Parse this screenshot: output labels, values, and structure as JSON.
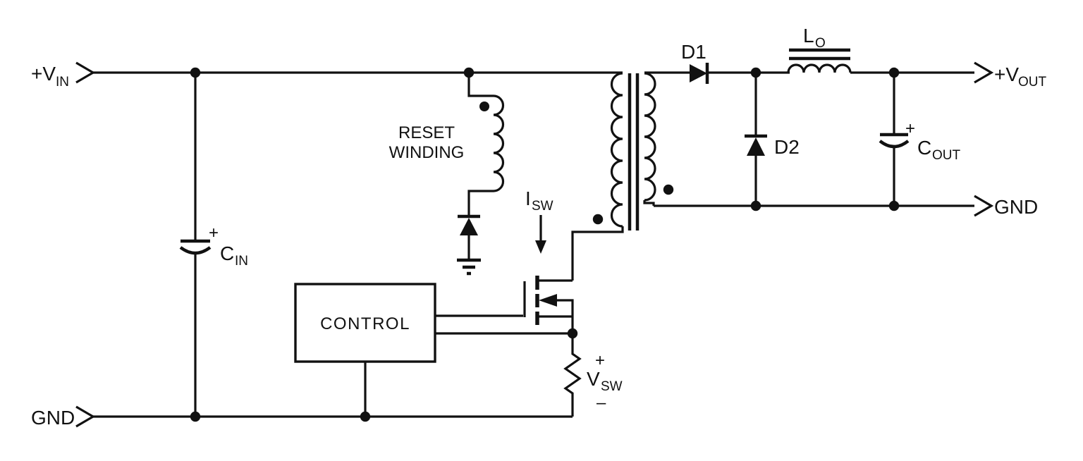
{
  "diagram": {
    "type": "circuit-schematic",
    "description": "Forward converter power supply schematic with reset winding, control block, MOSFET switch, output rectifier and LC filter",
    "colors": {
      "line": "#111111",
      "background": "#ffffff"
    },
    "labels": {
      "vin": {
        "base": "+V",
        "sub": "IN"
      },
      "gnd_in": "GND",
      "cin": {
        "plus": "+",
        "base": "C",
        "sub": "IN"
      },
      "reset": {
        "line1": "RESET",
        "line2": "WINDING"
      },
      "isw": {
        "base": "I",
        "sub": "SW"
      },
      "control": "CONTROL",
      "vsw": {
        "plus": "+",
        "base": "V",
        "sub": "SW",
        "minus": "–"
      },
      "d1": "D1",
      "d2": "D2",
      "lo": {
        "base": "L",
        "sub": "O"
      },
      "cout": {
        "plus": "+",
        "base": "C",
        "sub": "OUT"
      },
      "vout": {
        "base": "+V",
        "sub": "OUT"
      },
      "gnd_out": "GND"
    }
  }
}
